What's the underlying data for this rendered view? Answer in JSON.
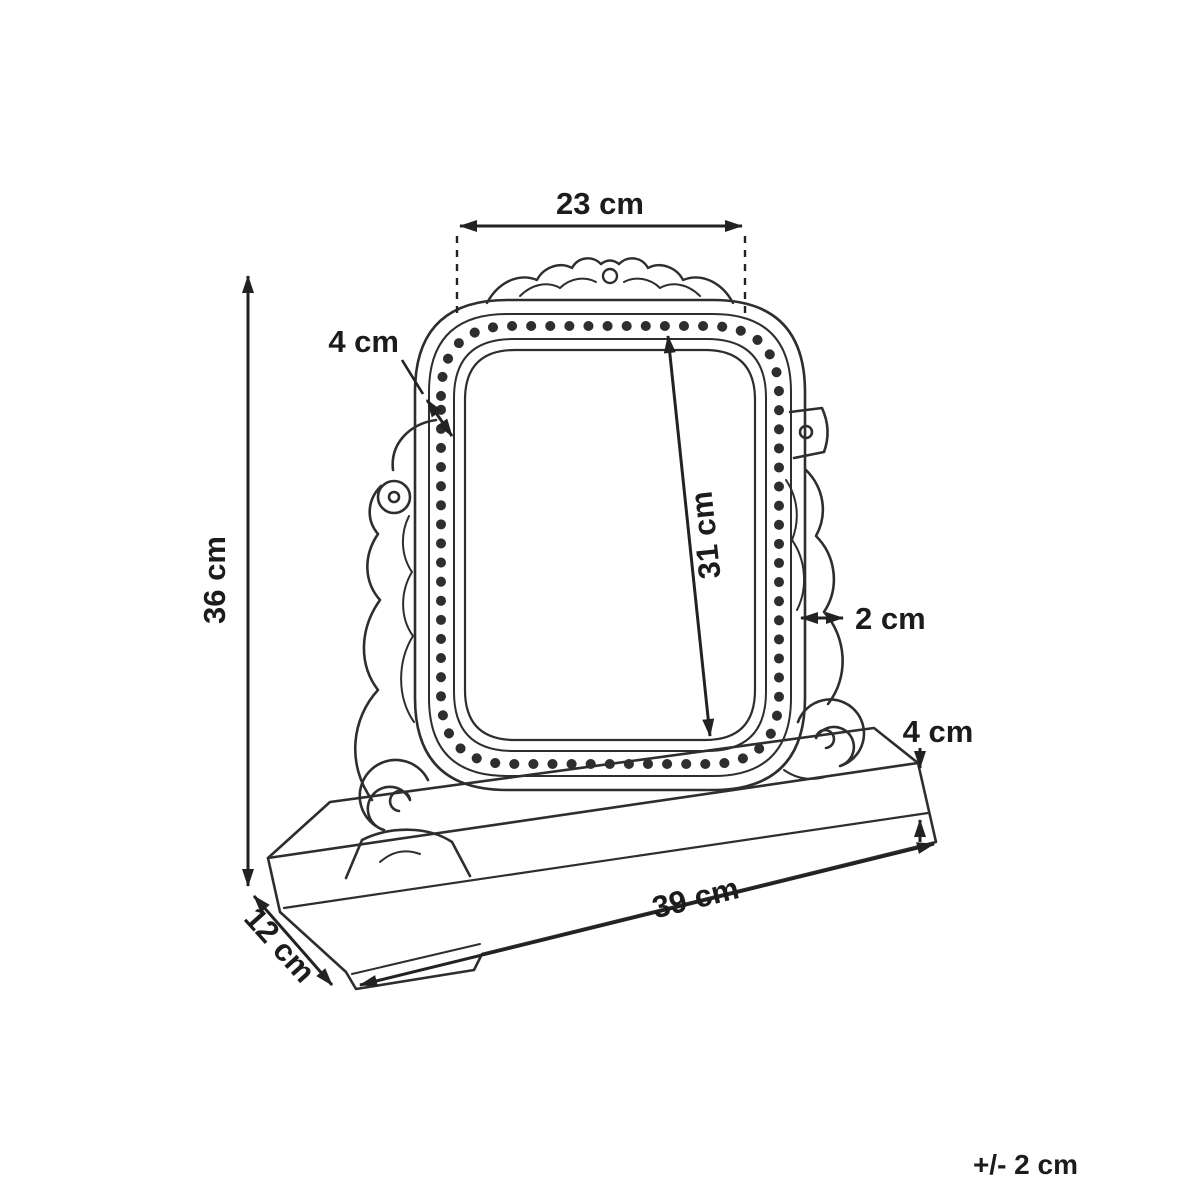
{
  "canvas": {
    "background": "#ffffff",
    "line_color": "#2e2e2e",
    "text_color": "#1c1c1c"
  },
  "dimensions": {
    "top_width": "23 cm",
    "frame_thickness_top": "4 cm",
    "total_height": "36 cm",
    "mirror_height": "31 cm",
    "frame_thickness_side": "2 cm",
    "base_height": "4 cm",
    "base_width": "39 cm",
    "base_depth": "12 cm",
    "tolerance": "+/- 2 cm"
  }
}
